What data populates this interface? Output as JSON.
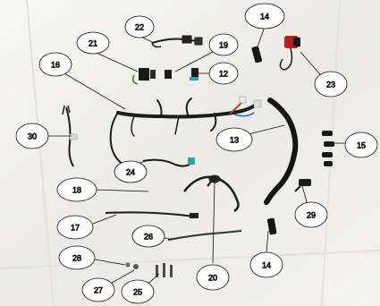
{
  "image": {
    "subject": "wiring-harness-parts",
    "background_color": "#f3f2ee",
    "part_color": "#1c1c1c"
  },
  "callouts": [
    {
      "id": "c22",
      "label": "22"
    },
    {
      "id": "c14a",
      "label": "14"
    },
    {
      "id": "c21",
      "label": "21"
    },
    {
      "id": "c19",
      "label": "19"
    },
    {
      "id": "c16",
      "label": "16"
    },
    {
      "id": "c12",
      "label": "12"
    },
    {
      "id": "c23",
      "label": "23"
    },
    {
      "id": "c30",
      "label": "30"
    },
    {
      "id": "c13",
      "label": "13"
    },
    {
      "id": "c15",
      "label": "15"
    },
    {
      "id": "c24",
      "label": "24"
    },
    {
      "id": "c18",
      "label": "18"
    },
    {
      "id": "c29",
      "label": "29"
    },
    {
      "id": "c17",
      "label": "17"
    },
    {
      "id": "c26",
      "label": "26"
    },
    {
      "id": "c28",
      "label": "28"
    },
    {
      "id": "c14b",
      "label": "14"
    },
    {
      "id": "c20",
      "label": "20"
    },
    {
      "id": "c27",
      "label": "27"
    },
    {
      "id": "c25",
      "label": "25"
    }
  ]
}
